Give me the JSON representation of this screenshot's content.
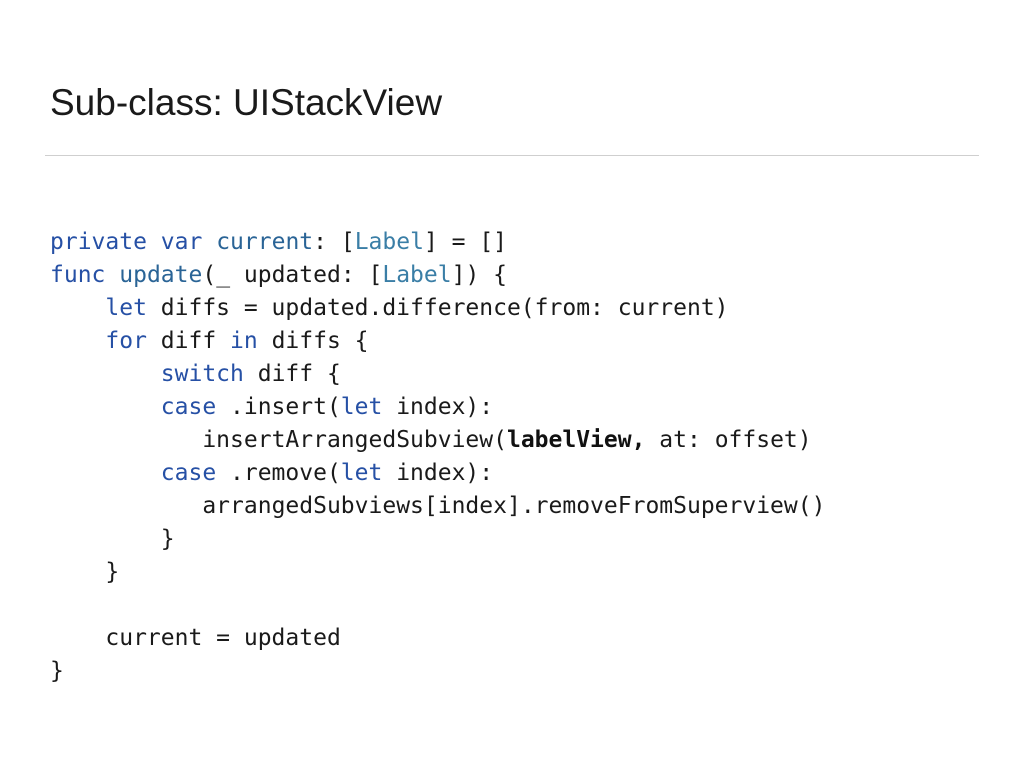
{
  "title": "Sub-class: UIStackView",
  "code": {
    "l1": {
      "kw_private": "private",
      "kw_var": "var",
      "current": "current",
      "p1": ": [",
      "type_label": "Label",
      "p2": "] = []"
    },
    "l2": {
      "kw_func": "func",
      "fn_update": "update",
      "p1": "(_ updated: [",
      "type_label": "Label",
      "p2": "]) {"
    },
    "l3": {
      "indent": "    ",
      "kw_let": "let",
      "rest": " diffs = updated.difference(from: current)"
    },
    "l4": {
      "indent": "    ",
      "kw_for": "for",
      "p1": " diff ",
      "kw_in": "in",
      "p2": " diffs {"
    },
    "l5": {
      "indent": "        ",
      "kw_switch": "switch",
      "rest": " diff {"
    },
    "l6": {
      "indent": "        ",
      "kw_case": "case",
      "p1": " .insert(",
      "kw_let": "let",
      "p2": " index):"
    },
    "l7": {
      "indent": "           ",
      "p1": "insertArrangedSubview(",
      "bold": "labelView,",
      "p2": " at: offset)"
    },
    "l8": {
      "indent": "        ",
      "kw_case": "case",
      "p1": " .remove(",
      "kw_let": "let",
      "p2": " index):"
    },
    "l9": {
      "indent": "           ",
      "text": "arrangedSubviews[index].removeFromSuperview()"
    },
    "l10": {
      "indent": "        ",
      "text": "}"
    },
    "l11": {
      "indent": "    ",
      "text": "}"
    },
    "l13": {
      "indent": "    ",
      "text": "current = updated"
    },
    "l14": {
      "text": "}"
    }
  }
}
